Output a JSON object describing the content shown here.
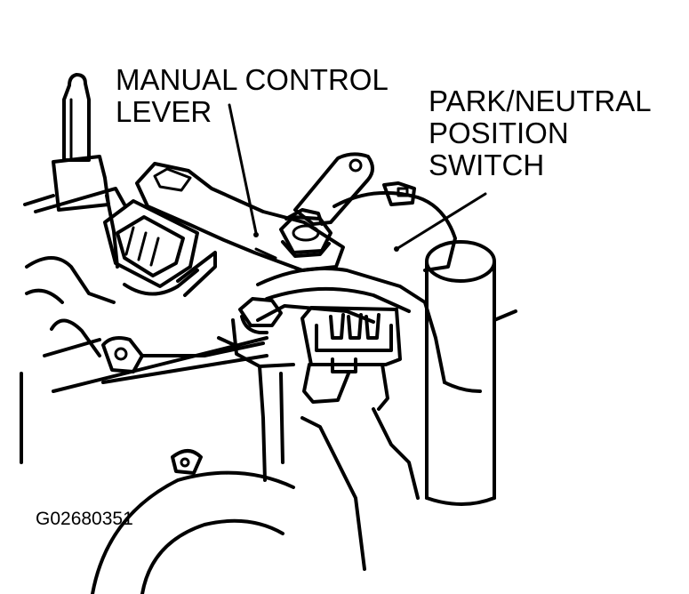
{
  "labels": {
    "manual_control_lever": [
      "MANUAL CONTROL",
      "LEVER"
    ],
    "park_neutral_position_switch": [
      "PARK/NEUTRAL",
      "POSITION",
      "SWITCH"
    ]
  },
  "figure_id": "G02680351",
  "colors": {
    "ink": "#000000",
    "paper": "#ffffff"
  }
}
